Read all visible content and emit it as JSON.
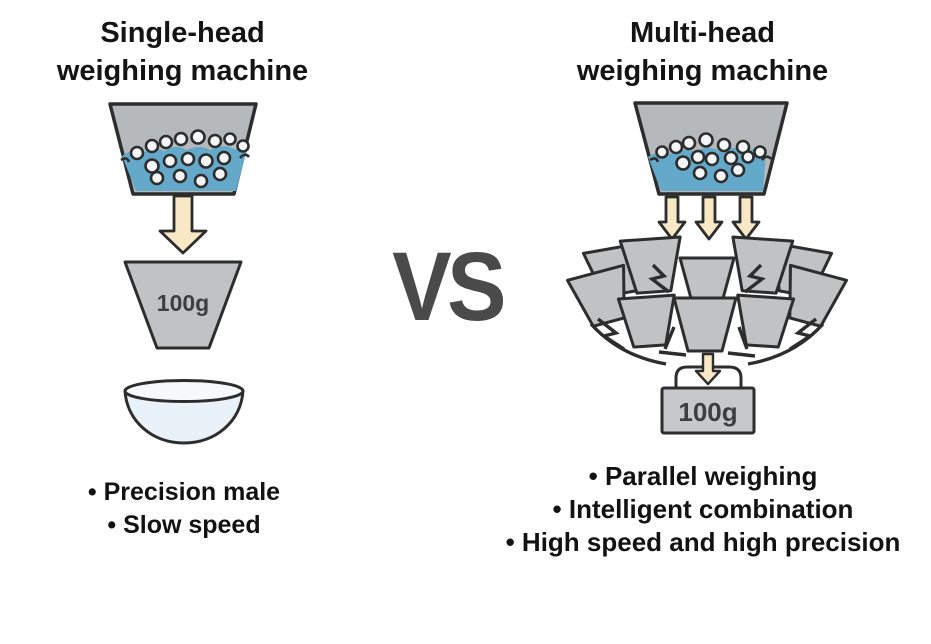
{
  "left": {
    "title_line1": "Single-head",
    "title_line2": "weighing machine",
    "weight_label": "100g",
    "bullets": [
      "• Precision male",
      "• Slow speed"
    ]
  },
  "versus": "VS",
  "right": {
    "title_line1": "Multi-head",
    "title_line2": "weighing machine",
    "weight_label": "100g",
    "bullets": [
      "• Parallel weighing",
      "• Intelligent combination",
      "• High speed and high precision"
    ]
  },
  "colors": {
    "hopper_gray": "#b5b9bc",
    "bucket_gray": "#c0c2c4",
    "product_blue": "#64a9c9",
    "outline_dark": "#2d2d2d",
    "arrow_cream": "#f8e8c6",
    "bowl_blue": "#eaf2f9",
    "vs_gray": "#4a4a4a",
    "weight_text": "#3e3e3e",
    "background": "#ffffff"
  }
}
